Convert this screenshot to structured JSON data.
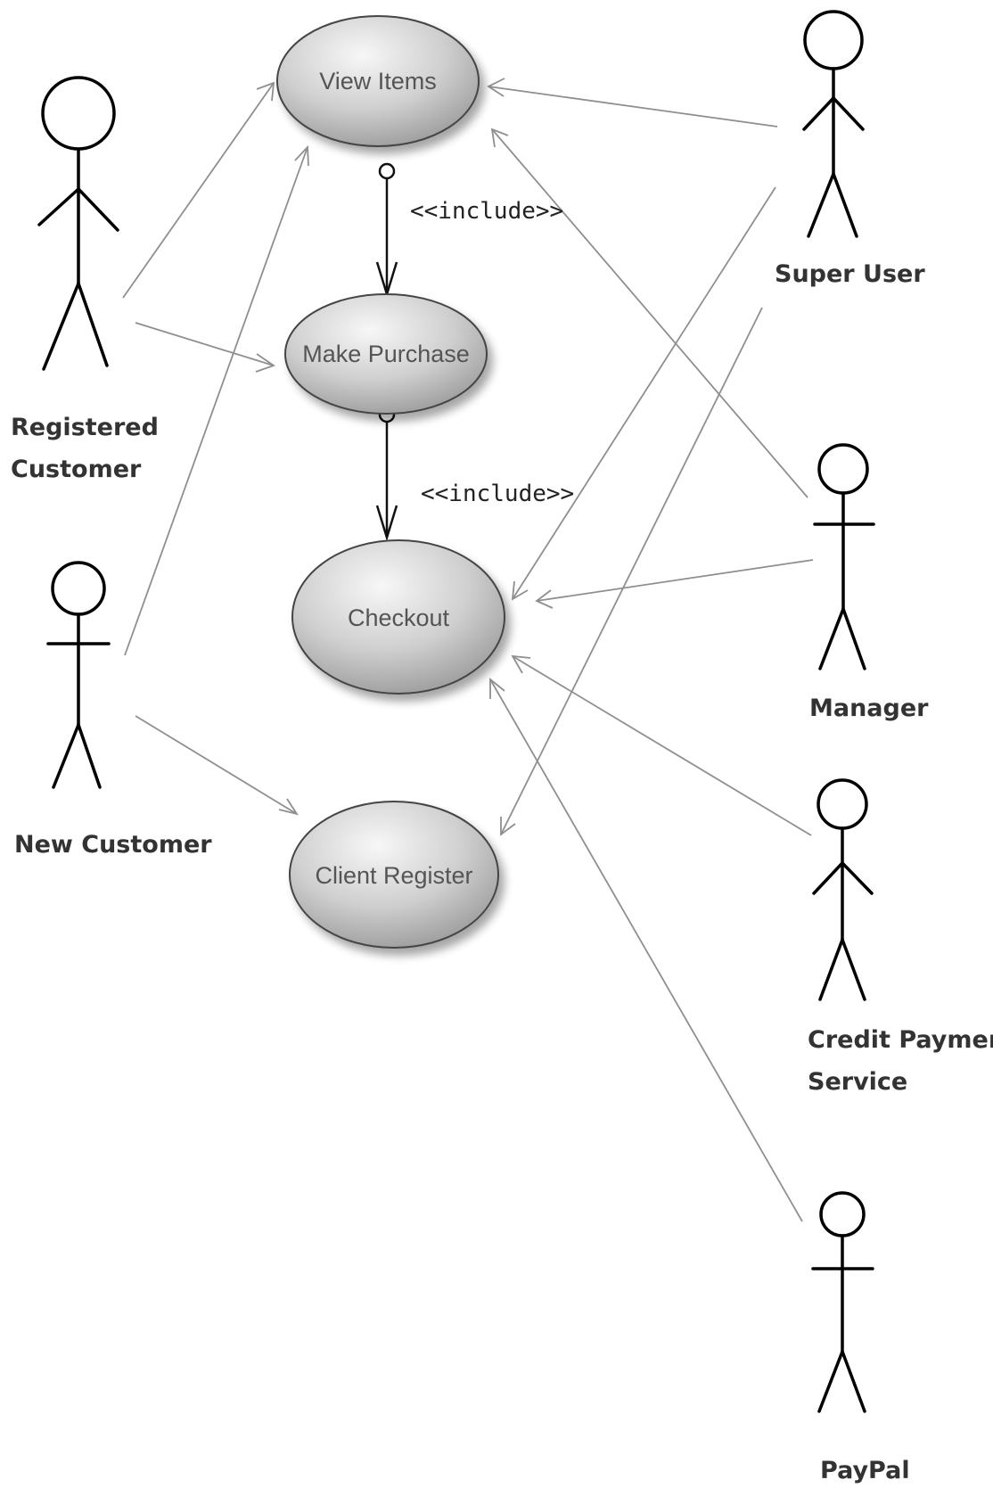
{
  "diagram": {
    "use_cases": [
      {
        "id": "view_items",
        "label": "View Items"
      },
      {
        "id": "make_purchase",
        "label": "Make Purchase"
      },
      {
        "id": "checkout",
        "label": "Checkout"
      },
      {
        "id": "client_register",
        "label": "Client Register"
      }
    ],
    "actors": [
      {
        "id": "registered_customer",
        "lines": [
          "Registered",
          "Customer"
        ]
      },
      {
        "id": "new_customer",
        "lines": [
          "New Customer"
        ]
      },
      {
        "id": "super_user",
        "lines": [
          "Super User"
        ]
      },
      {
        "id": "manager",
        "lines": [
          "Manager"
        ]
      },
      {
        "id": "credit_payment_service",
        "lines": [
          "Credit Payment",
          "Service"
        ]
      },
      {
        "id": "paypal",
        "lines": [
          "PayPal"
        ]
      }
    ],
    "includes": [
      {
        "from": "view_items",
        "to": "make_purchase",
        "label": "<<include>>"
      },
      {
        "from": "make_purchase",
        "to": "checkout",
        "label": "<<include>>"
      }
    ],
    "associations": [
      {
        "from": "registered_customer",
        "to": "view_items"
      },
      {
        "from": "registered_customer",
        "to": "make_purchase"
      },
      {
        "from": "new_customer",
        "to": "view_items"
      },
      {
        "from": "new_customer",
        "to": "client_register"
      },
      {
        "from": "super_user",
        "to": "view_items"
      },
      {
        "from": "super_user",
        "to": "checkout"
      },
      {
        "from": "super_user",
        "to": "client_register"
      },
      {
        "from": "manager",
        "to": "view_items"
      },
      {
        "from": "manager",
        "to": "checkout"
      },
      {
        "from": "credit_payment_service",
        "to": "checkout"
      },
      {
        "from": "paypal",
        "to": "checkout"
      }
    ],
    "colors": {
      "use_case_light": "#f7f7f7",
      "use_case_dark": "#9a9a9a",
      "association_line": "#8f8f8f",
      "include_line": "#111111"
    }
  }
}
